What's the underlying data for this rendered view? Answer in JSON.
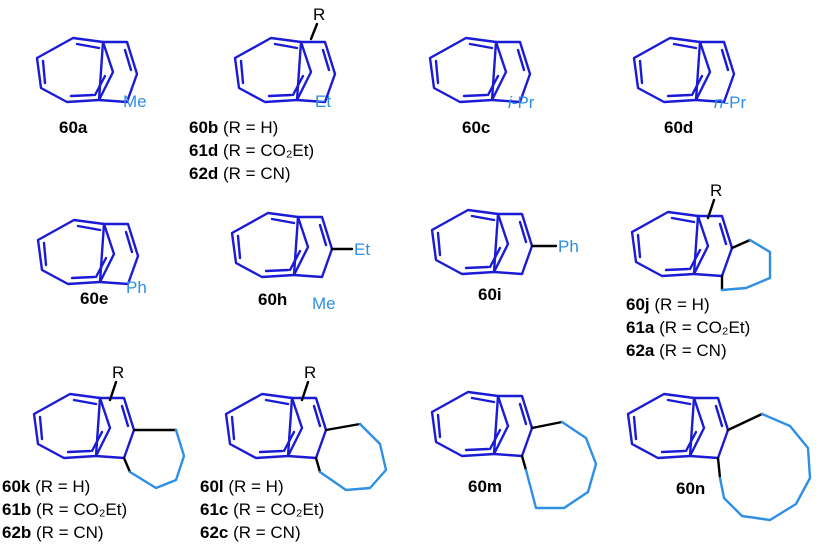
{
  "colors": {
    "azulene": "#1b1bd6",
    "ring": "#2f8fe4",
    "bond": "#000000",
    "substituent": "#2f8fe4",
    "label": "#000000"
  },
  "compounds": [
    {
      "id": "60a",
      "substituents": [
        "Me"
      ],
      "labels": [
        {
          "id": "60a",
          "cond": ""
        }
      ]
    },
    {
      "id": "60b",
      "r_group": "R",
      "substituents": [
        "Et"
      ],
      "labels": [
        {
          "id": "60b",
          "cond": " (R = H)"
        },
        {
          "id": "61d",
          "cond": " (R = CO₂Et)"
        },
        {
          "id": "62d",
          "cond": " (R = CN)"
        }
      ]
    },
    {
      "id": "60c",
      "substituents": [
        "i",
        "-Pr"
      ],
      "labels": [
        {
          "id": "60c",
          "cond": ""
        }
      ]
    },
    {
      "id": "60d",
      "substituents": [
        "n",
        "-Pr"
      ],
      "labels": [
        {
          "id": "60d",
          "cond": ""
        }
      ]
    },
    {
      "id": "60e",
      "substituents": [
        "Ph"
      ],
      "labels": [
        {
          "id": "60e",
          "cond": ""
        }
      ]
    },
    {
      "id": "60h",
      "substituents": [
        "Et",
        "Me"
      ],
      "labels": [
        {
          "id": "60h",
          "cond": ""
        }
      ]
    },
    {
      "id": "60i",
      "substituents": [
        "Ph"
      ],
      "labels": [
        {
          "id": "60i",
          "cond": ""
        }
      ]
    },
    {
      "id": "60j",
      "r_group": "R",
      "labels": [
        {
          "id": "60j",
          "cond": " (R = H)"
        },
        {
          "id": "61a",
          "cond": " (R = CO₂Et)"
        },
        {
          "id": "62a",
          "cond": " (R = CN)"
        }
      ]
    },
    {
      "id": "60k",
      "r_group": "R",
      "labels": [
        {
          "id": "60k",
          "cond": " (R = H)"
        },
        {
          "id": "61b",
          "cond": " (R = CO₂Et)"
        },
        {
          "id": "62b",
          "cond": " (R = CN)"
        }
      ]
    },
    {
      "id": "60l",
      "r_group": "R",
      "labels": [
        {
          "id": "60l",
          "cond": " (R = H)"
        },
        {
          "id": "61c",
          "cond": " (R = CO₂Et)"
        },
        {
          "id": "62c",
          "cond": " (R = CN)"
        }
      ]
    },
    {
      "id": "60m",
      "labels": [
        {
          "id": "60m",
          "cond": ""
        }
      ]
    },
    {
      "id": "60n",
      "labels": [
        {
          "id": "60n",
          "cond": ""
        }
      ]
    }
  ]
}
